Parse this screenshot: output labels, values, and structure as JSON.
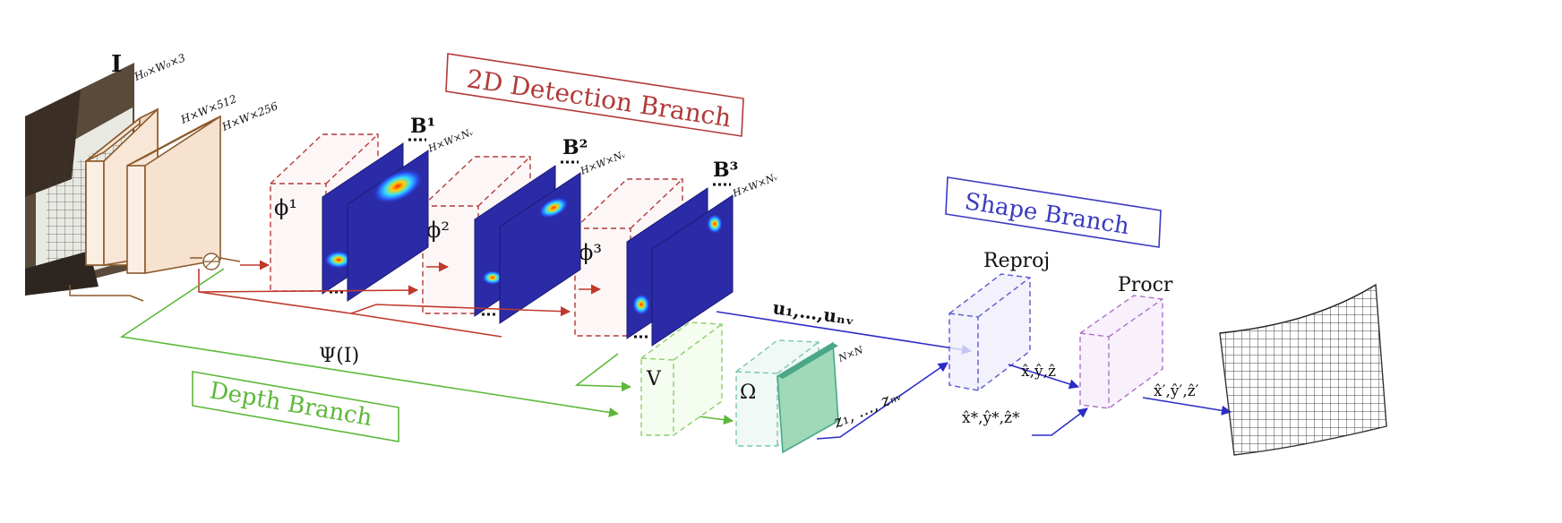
{
  "labels": {
    "input_symbol": "I",
    "input_dims": "H₀×W₀×3",
    "feat1_dims": "H×W×512",
    "feat2_dims": "H×W×256",
    "belief_dims": "H×W×Nᵥ",
    "omega_dims": "N×N",
    "psi": "Ψ(I)",
    "u_seq": "u₁,…,uₙᵥ",
    "z_seq": "z₁, …, zₙᵥ",
    "xyz_hat": "x̂,ŷ,ẑ",
    "xyz_star": "x̂*,ŷ*,ẑ*",
    "xyz_prime": "x̂′,ŷ′,ẑ′",
    "V": "V",
    "Omega": "Ω",
    "reproj": "Reproj",
    "procr": "Procr"
  },
  "branches": {
    "detection": "2D Detection Branch",
    "shape": "Shape Branch",
    "depth": "Depth Branch"
  },
  "stages": [
    {
      "phi": "ϕ¹",
      "B": "B¹"
    },
    {
      "phi": "ϕ²",
      "B": "B²"
    },
    {
      "phi": "ϕ³",
      "B": "B³"
    }
  ],
  "colors": {
    "red": "#b23a3a",
    "blue": "#3a3ac0",
    "green": "#6cc04a",
    "brown": "#8b5a2b",
    "teal": "#4aa889",
    "purple": "#b070c8",
    "heatmap_bg": "#2b2ba8"
  }
}
